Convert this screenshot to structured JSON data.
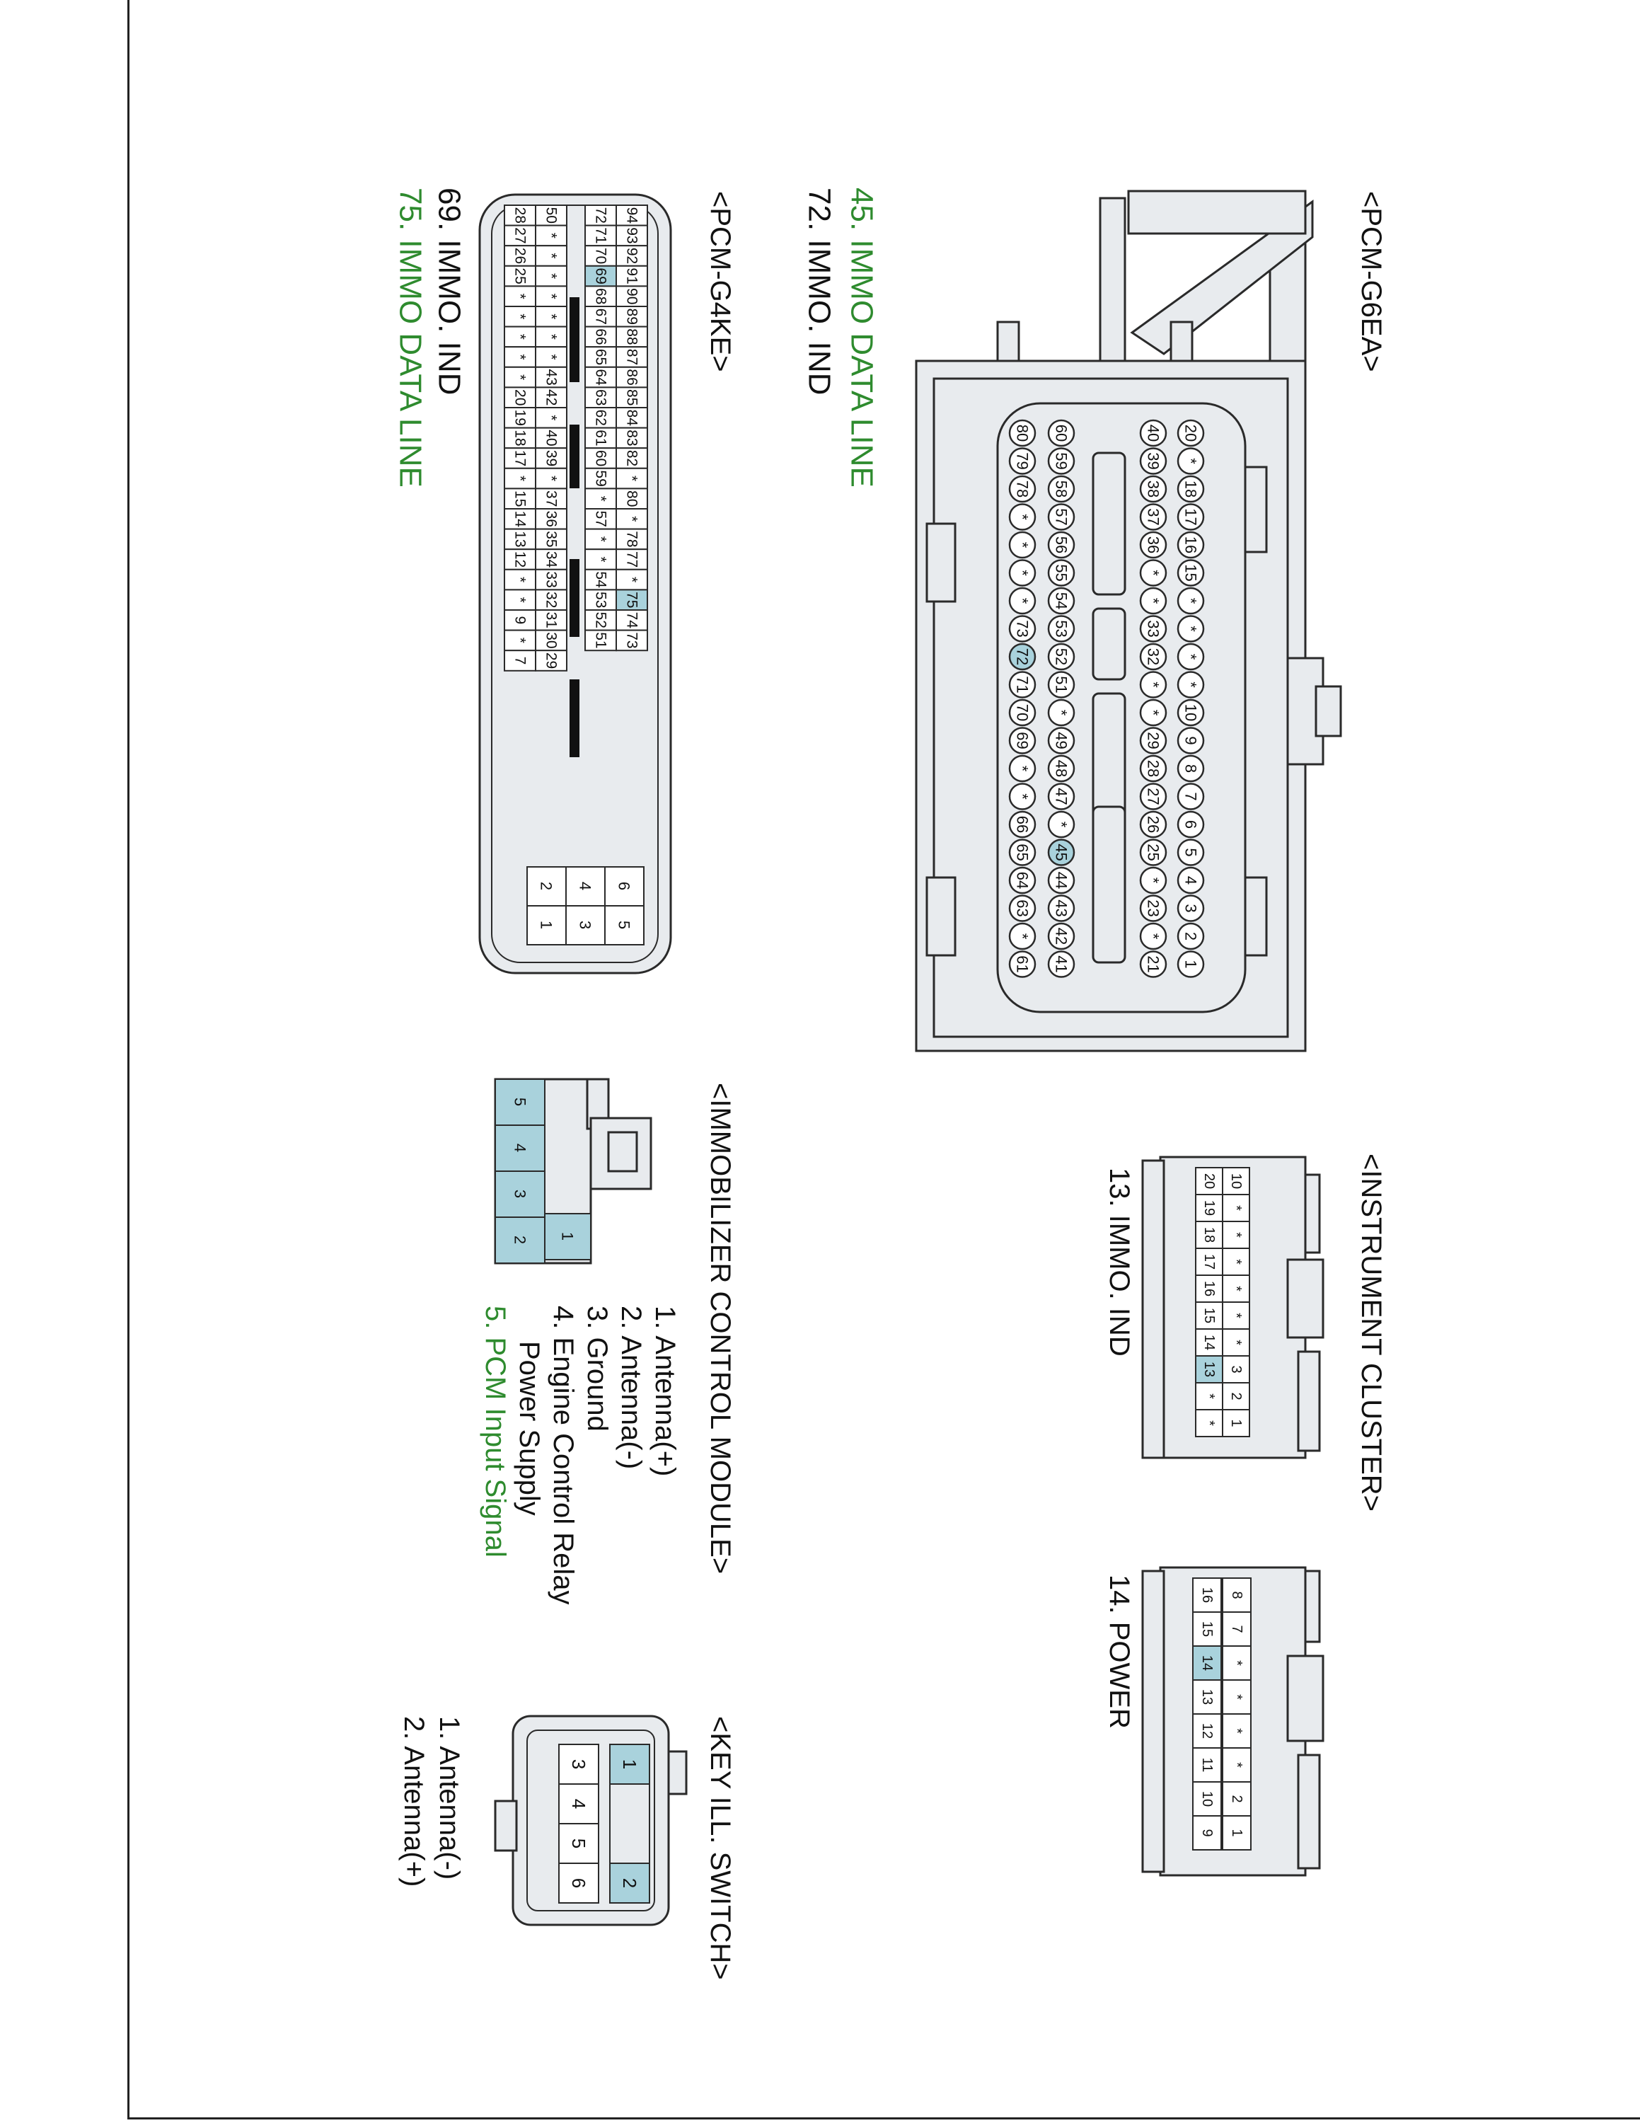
{
  "colors": {
    "highlight": "#a9d2dc",
    "connector_fill": "#e8ebee",
    "connector_stroke": "#2a2a2a",
    "green": "#2e8b2e",
    "text": "#111111"
  },
  "pcm_g6ea": {
    "title": "<PCM-G6EA>",
    "pins_row1": [
      "20",
      "*",
      "18",
      "17",
      "16",
      "15",
      "*",
      "*",
      "*",
      "*",
      "10",
      "9",
      "8",
      "7",
      "6",
      "5",
      "4",
      "3",
      "2",
      "1"
    ],
    "pins_row2": [
      "40",
      "39",
      "38",
      "37",
      "36",
      "*",
      "*",
      "33",
      "32",
      "*",
      "*",
      "29",
      "28",
      "27",
      "26",
      "25",
      "*",
      "23",
      "*",
      "21"
    ],
    "pins_row3": [
      "60",
      "59",
      "58",
      "57",
      "56",
      "55",
      "54",
      "53",
      "52",
      "51",
      "*",
      "49",
      "48",
      "47",
      "*",
      "45",
      "44",
      "43",
      "42",
      "41"
    ],
    "pins_row4": [
      "80",
      "79",
      "78",
      "*",
      "*",
      "*",
      "*",
      "73",
      "72",
      "71",
      "70",
      "69",
      "*",
      "*",
      "66",
      "65",
      "64",
      "63",
      "*",
      "61"
    ],
    "highlight_pins": [
      "45",
      "72"
    ],
    "labels": [
      {
        "text": "45. IMMO DATA LINE",
        "green": true
      },
      {
        "text": "72. IMMO. IND",
        "green": false
      }
    ]
  },
  "pcm_g4ke": {
    "title": "<PCM-G4KE>",
    "rows": [
      [
        "94",
        "93",
        "92",
        "91",
        "90",
        "89",
        "88",
        "87",
        "86",
        "85",
        "84",
        "83",
        "82",
        "*",
        "80",
        "*",
        "78",
        "77",
        "*",
        "75",
        "74",
        "73"
      ],
      [
        "72",
        "71",
        "70",
        "69",
        "68",
        "67",
        "66",
        "65",
        "64",
        "63",
        "62",
        "61",
        "60",
        "59",
        "*",
        "57",
        "*",
        "*",
        "54",
        "53",
        "52",
        "51"
      ],
      [
        "50",
        "*",
        "*",
        "*",
        "*",
        "*",
        "*",
        "*",
        "43",
        "42",
        "*",
        "40",
        "39",
        "*",
        "37",
        "36",
        "35",
        "34",
        "33",
        "32",
        "31",
        "30",
        "29"
      ],
      [
        "28",
        "27",
        "26",
        "25",
        "*",
        "*",
        "*",
        "*",
        "*",
        "20",
        "19",
        "18",
        "17",
        "*",
        "15",
        "14",
        "13",
        "12",
        "*",
        "*",
        "9",
        "*",
        "7"
      ]
    ],
    "small_block": [
      [
        "6",
        "5"
      ],
      [
        "4",
        "3"
      ],
      [
        "2",
        "1"
      ]
    ],
    "highlight_pins": [
      "69",
      "75"
    ],
    "labels": [
      {
        "text": "69. IMMO. IND",
        "green": false
      },
      {
        "text": "75. IMMO DATA LINE",
        "green": true
      }
    ]
  },
  "instrument_cluster": {
    "title": "<INSTRUMENT CLUSTER>",
    "conn1_row1": [
      "10",
      "*",
      "*",
      "*",
      "*",
      "*",
      "*",
      "3",
      "2",
      "1"
    ],
    "conn1_row2": [
      "20",
      "19",
      "18",
      "17",
      "16",
      "15",
      "14",
      "13",
      "*",
      "*"
    ],
    "conn1_highlight": [
      "13"
    ],
    "conn1_label": "13. IMMO. IND",
    "conn2_row1": [
      "8",
      "7",
      "*",
      "*",
      "*",
      "*",
      "2",
      "1"
    ],
    "conn2_row2": [
      "16",
      "15",
      "14",
      "13",
      "12",
      "11",
      "10",
      "9"
    ],
    "conn2_highlight": [
      "14"
    ],
    "conn2_label": "14. POWER"
  },
  "immobilizer": {
    "title": "<IMMOBILIZER CONTROL MODULE>",
    "top_pin": "1",
    "bottom_pins": [
      "5",
      "4",
      "3",
      "2"
    ],
    "highlight_pins": [
      "1",
      "2",
      "3",
      "4",
      "5"
    ],
    "labels": [
      {
        "text": "1. Antenna(+)",
        "green": false
      },
      {
        "text": "2. Antenna(-)",
        "green": false
      },
      {
        "text": "3. Ground",
        "green": false
      },
      {
        "text": "4. Engine Control Relay",
        "green": false
      },
      {
        "text": "Power Supply",
        "green": false,
        "indent": true
      },
      {
        "text": "5. PCM Input Signal",
        "green": true
      }
    ]
  },
  "key_switch": {
    "title": "<KEY ILL. SWITCH>",
    "row_top": [
      "1",
      "",
      "",
      "2"
    ],
    "row_bottom": [
      "3",
      "4",
      "5",
      "6"
    ],
    "highlight_pins": [
      "1",
      "2"
    ],
    "labels": [
      {
        "text": "1. Antenna(-)",
        "green": false
      },
      {
        "text": "2. Antenna(+)",
        "green": false
      }
    ]
  }
}
